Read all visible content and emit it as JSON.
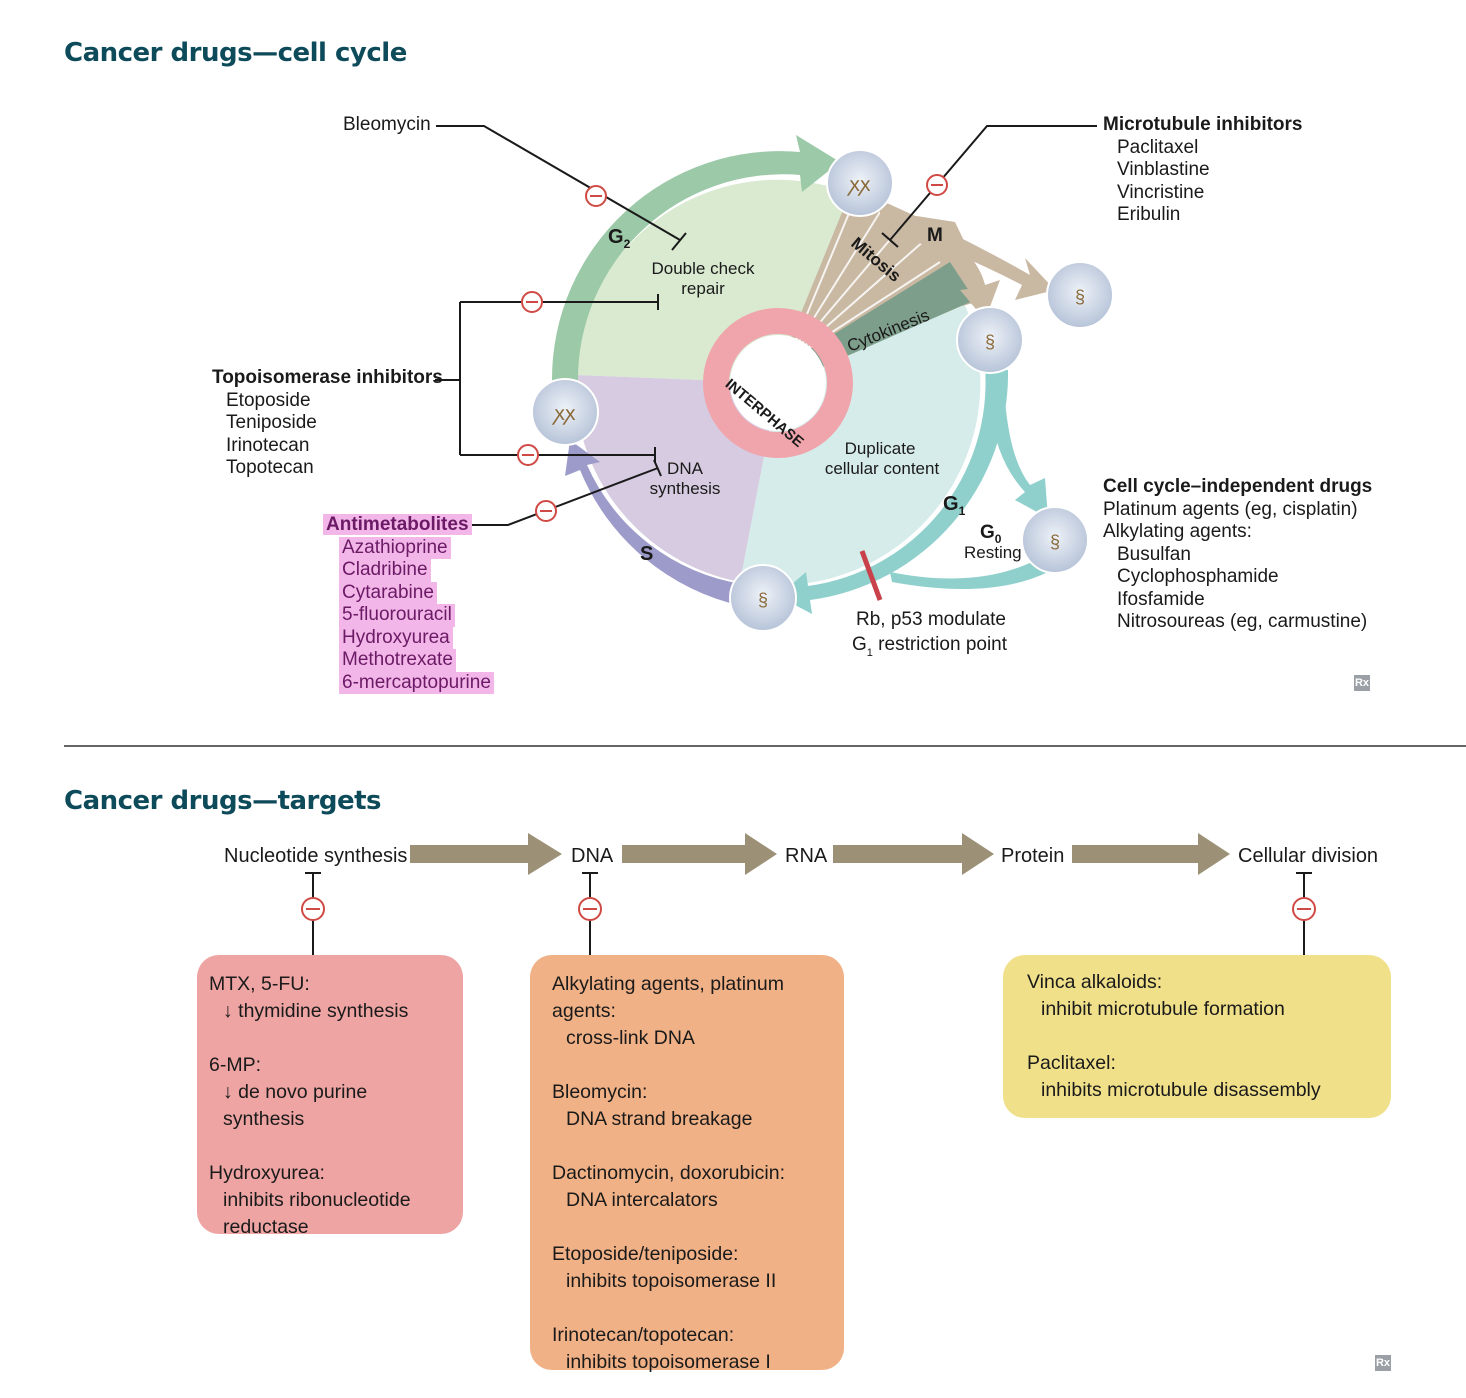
{
  "section1": {
    "title": "Cancer drugs—cell cycle",
    "bleomycin": "Bleomycin",
    "double_check": [
      "Double check",
      "repair"
    ],
    "phase_g2": "G",
    "phase_g2_sub": "2",
    "phase_m": "M",
    "mitosis": "Mitosis",
    "cytokinesis": "Cytokinesis",
    "interphase": "INTERPHASE",
    "phase_s": "S",
    "phase_g1": "G",
    "phase_g1_sub": "1",
    "phase_g0": "G",
    "phase_g0_sub": "0",
    "resting": "Resting",
    "dna_synthesis": [
      "DNA",
      "synthesis"
    ],
    "duplicate": [
      "Duplicate",
      "cellular content"
    ],
    "restriction": [
      "Rb, p53 modulate",
      "G",
      "1",
      " restriction point"
    ],
    "microtubule": {
      "heading": "Microtubule inhibitors",
      "items": [
        "Paclitaxel",
        "Vinblastine",
        "Vincristine",
        "Eribulin"
      ]
    },
    "topoisomerase": {
      "heading": "Topoisomerase inhibitors",
      "items": [
        "Etoposide",
        "Teniposide",
        "Irinotecan",
        "Topotecan"
      ]
    },
    "antimetabolites": {
      "heading": "Antimetabolites",
      "items": [
        "Azathioprine",
        "Cladribine",
        "Cytarabine",
        "5-fluorouracil",
        "Hydroxyurea",
        "Methotrexate",
        "6-mercaptopurine"
      ]
    },
    "independent": {
      "heading": "Cell cycle–independent drugs",
      "line1": "Platinum agents (eg, cisplatin)",
      "line2": "Alkylating agents:",
      "items": [
        "Busulfan",
        "Cyclophosphamide",
        "Ifosfamide",
        "Nitrosoureas (eg, carmustine)"
      ]
    },
    "rx": "Rx"
  },
  "section2": {
    "title": "Cancer drugs—targets",
    "flow": [
      "Nucleotide synthesis",
      "DNA",
      "RNA",
      "Protein",
      "Cellular division"
    ],
    "box1": [
      {
        "label": "MTX, 5-FU:",
        "desc": "↓ thymidine synthesis"
      },
      {
        "label": "6-MP:",
        "desc": "↓ de novo purine synthesis"
      },
      {
        "label": "Hydroxyurea:",
        "desc": "inhibits ribonucleotide reductase"
      }
    ],
    "box2": [
      {
        "label": "Alkylating agents, platinum agents:",
        "desc": "cross-link DNA"
      },
      {
        "label": "Bleomycin:",
        "desc": "DNA strand breakage"
      },
      {
        "label": "Dactinomycin, doxorubicin:",
        "desc": "DNA intercalators"
      },
      {
        "label": "Etoposide/teniposide:",
        "desc": "inhibits topoisomerase II"
      },
      {
        "label": "Irinotecan/topotecan:",
        "desc": "inhibits topoisomerase I"
      }
    ],
    "box3": [
      {
        "label": "Vinca alkaloids:",
        "desc": "inhibit microtubule formation"
      },
      {
        "label": "Paclitaxel:",
        "desc": "inhibits microtubule disassembly"
      }
    ],
    "rx": "Rx"
  },
  "colors": {
    "title": "#0d4a5a",
    "g2_sector": "#d9ead0",
    "g2_arrow": "#9cc9a8",
    "s_sector": "#d6cbe0",
    "s_arrow": "#9d9bc9",
    "g1_sector": "#d6ecea",
    "g1_arrow": "#8fd0cc",
    "mitosis": "#c9b8a2",
    "cytokinesis": "#7e9e8c",
    "interphase_ring": "#f0a5ad",
    "inhibit_red": "#d04a45",
    "box1": "#eda4a3",
    "box2": "#f1b186",
    "box3": "#f0e08a",
    "flow_arrow": "#9c9176"
  }
}
